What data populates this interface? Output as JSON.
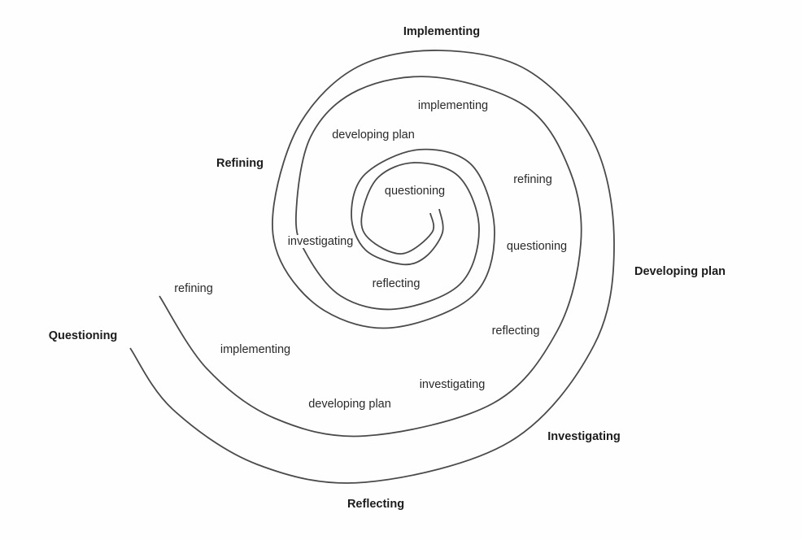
{
  "diagram": {
    "outer_labels": {
      "implementing": "Implementing",
      "refining": "Refining",
      "developing_plan": "Developing plan",
      "questioning": "Questioning",
      "investigating": "Investigating",
      "reflecting": "Reflecting"
    },
    "inner_labels": {
      "implementing_1": "implementing",
      "developing_plan_1": "developing plan",
      "refining_1": "refining",
      "questioning_1": "questioning",
      "investigating_1": "investigating",
      "questioning_2": "questioning",
      "reflecting_1": "reflecting",
      "refining_2": "refining",
      "reflecting_2": "reflecting",
      "implementing_2": "implementing",
      "investigating_2": "investigating",
      "developing_plan_2": "developing plan"
    },
    "colors": {
      "line": "#4a4a4a",
      "text": "#2a2a2a"
    }
  }
}
